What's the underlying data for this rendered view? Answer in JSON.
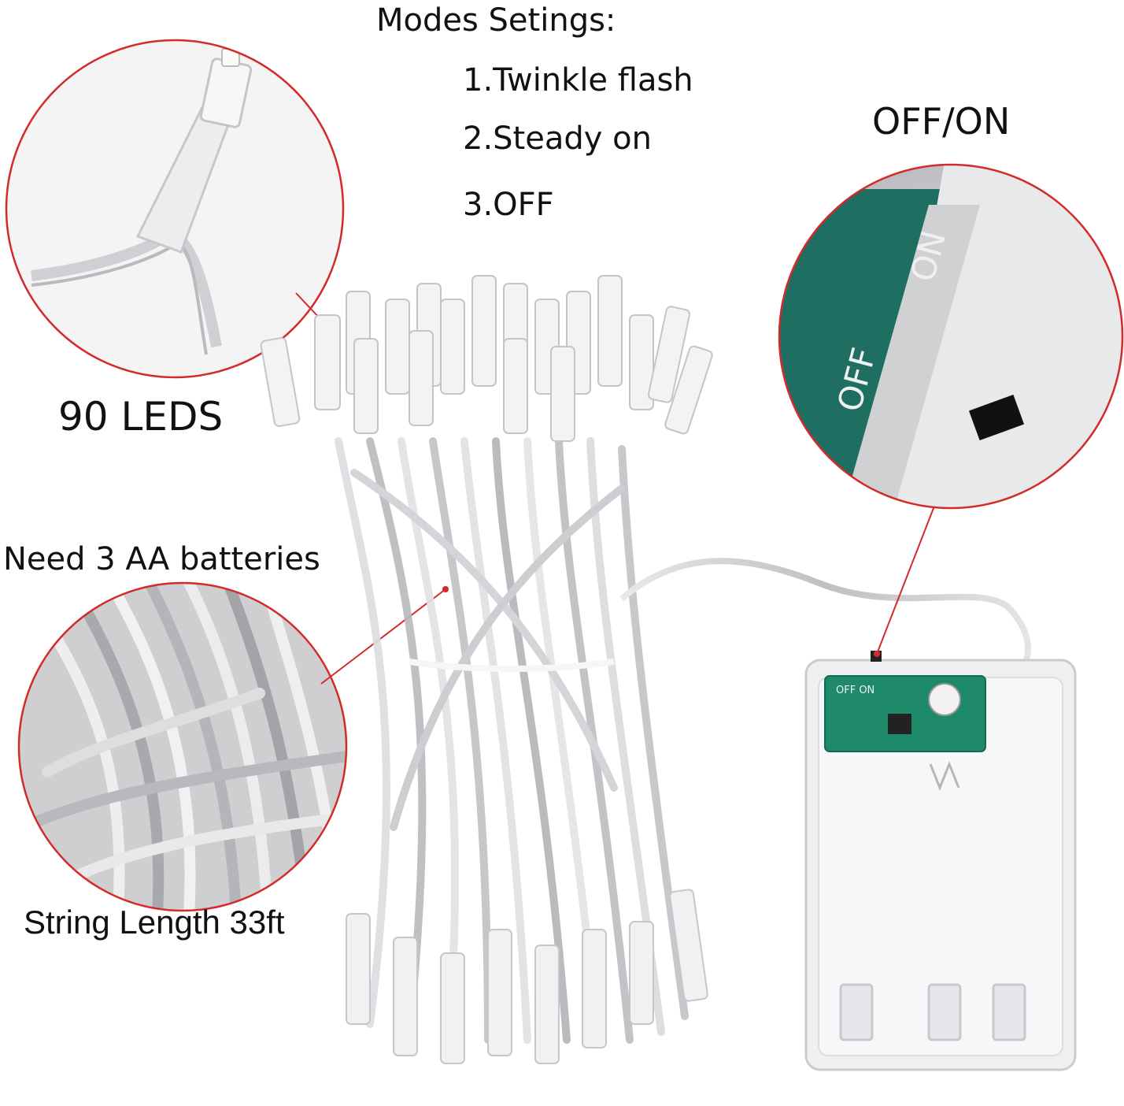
{
  "modes": {
    "title": "Modes Setings:",
    "items": [
      "1.Twinkle flash",
      "2.Steady on",
      "3.OFF"
    ]
  },
  "switch_label": "OFF/ON",
  "led_count_label": "90 LEDS",
  "battery_label": "Need 3 AA batteries",
  "length_label": "String Length 33ft",
  "switch_closeup": {
    "off_text": "OFF",
    "on_text": "ON"
  },
  "board_text": "OFF ON",
  "colors": {
    "callout_red": "#d42a2a",
    "pcb_green": "#1f8a6a",
    "wire_gray": "#c8c8cc",
    "case_clear": "#eef0f2"
  }
}
